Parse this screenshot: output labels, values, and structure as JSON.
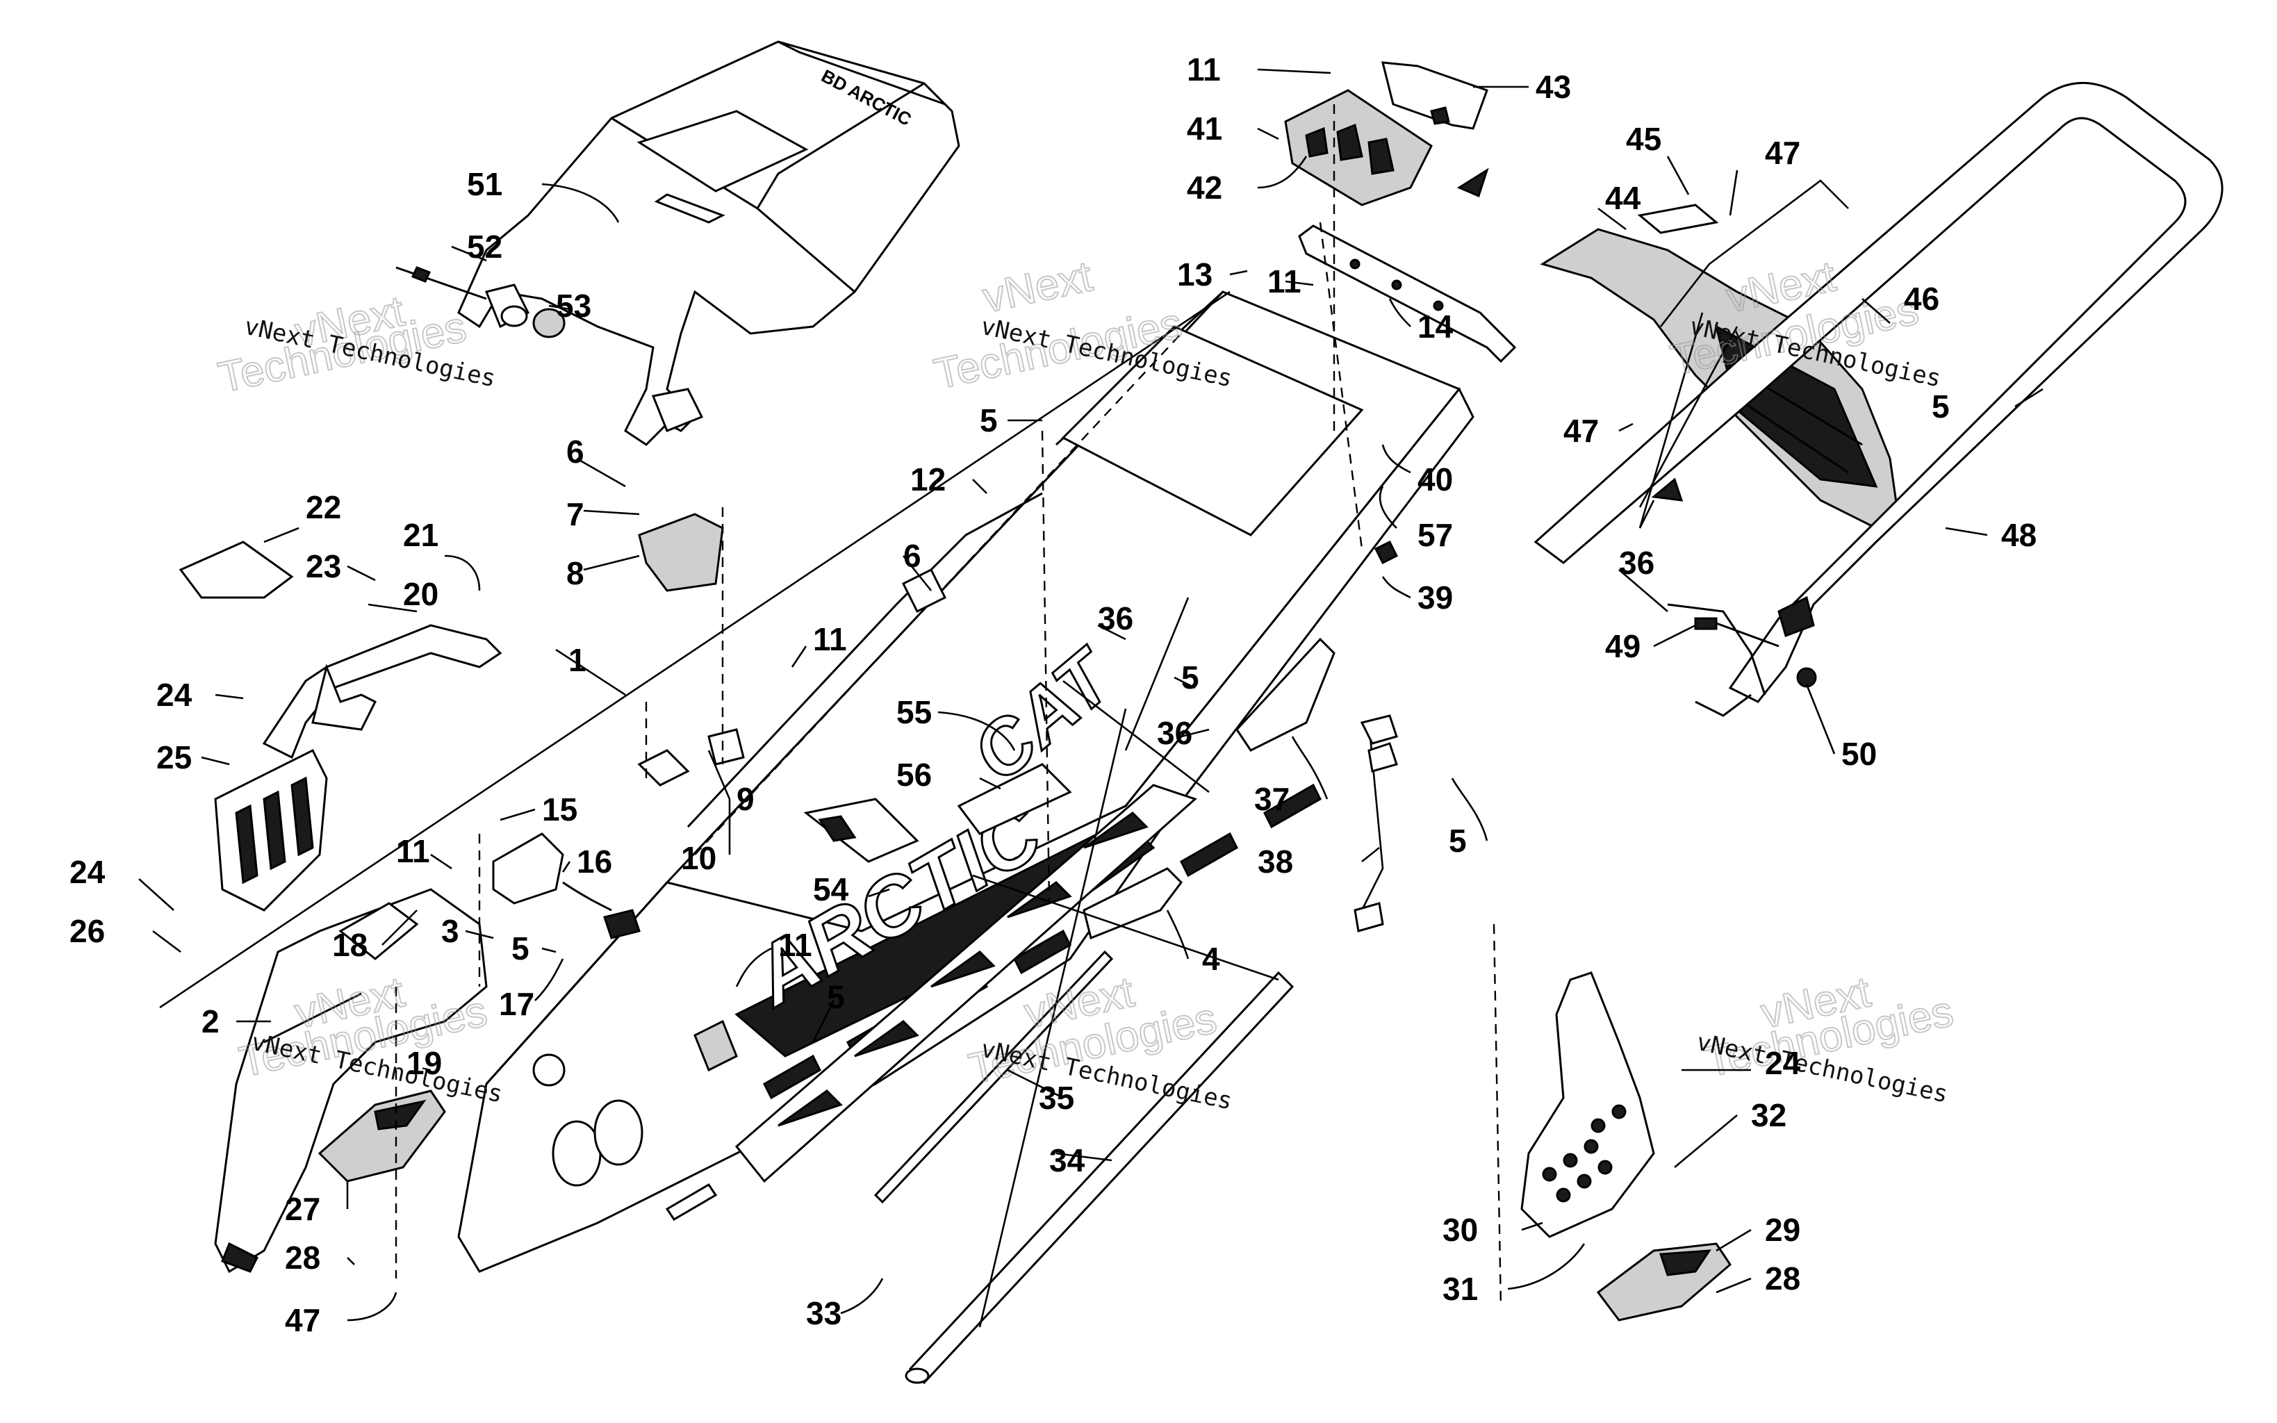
{
  "watermark": {
    "brand_line1": "vNext",
    "brand_line2": "Technologies",
    "small_text": "vNext Technologies"
  },
  "decals": {
    "frame_text": "ARCTIC",
    "cat_text": "CAT",
    "seat_text": "BD ARCTIC"
  },
  "callouts": [
    {
      "id": "c-11a",
      "label": "11"
    },
    {
      "id": "c-43",
      "label": "43"
    },
    {
      "id": "c-41",
      "label": "41"
    },
    {
      "id": "c-42",
      "label": "42"
    },
    {
      "id": "c-45",
      "label": "45"
    },
    {
      "id": "c-47a",
      "label": "47"
    },
    {
      "id": "c-44",
      "label": "44"
    },
    {
      "id": "c-51",
      "label": "51"
    },
    {
      "id": "c-52",
      "label": "52"
    },
    {
      "id": "c-53",
      "label": "53"
    },
    {
      "id": "c-13",
      "label": "13"
    },
    {
      "id": "c-11b",
      "label": "11"
    },
    {
      "id": "c-14",
      "label": "14"
    },
    {
      "id": "c-46",
      "label": "46"
    },
    {
      "id": "c-5a",
      "label": "5"
    },
    {
      "id": "c-47b",
      "label": "47"
    },
    {
      "id": "c-5b",
      "label": "5"
    },
    {
      "id": "c-12",
      "label": "12"
    },
    {
      "id": "c-40",
      "label": "40"
    },
    {
      "id": "c-6a",
      "label": "6"
    },
    {
      "id": "c-7",
      "label": "7"
    },
    {
      "id": "c-8",
      "label": "8"
    },
    {
      "id": "c-57",
      "label": "57"
    },
    {
      "id": "c-48",
      "label": "48"
    },
    {
      "id": "c-22",
      "label": "22"
    },
    {
      "id": "c-21",
      "label": "21"
    },
    {
      "id": "c-23",
      "label": "23"
    },
    {
      "id": "c-20",
      "label": "20"
    },
    {
      "id": "c-6b",
      "label": "6"
    },
    {
      "id": "c-39",
      "label": "39"
    },
    {
      "id": "c-36a",
      "label": "36"
    },
    {
      "id": "c-36b",
      "label": "36"
    },
    {
      "id": "c-1",
      "label": "1"
    },
    {
      "id": "c-11c",
      "label": "11"
    },
    {
      "id": "c-49",
      "label": "49"
    },
    {
      "id": "c-24a",
      "label": "24"
    },
    {
      "id": "c-5c",
      "label": "5"
    },
    {
      "id": "c-55",
      "label": "55"
    },
    {
      "id": "c-36c",
      "label": "36"
    },
    {
      "id": "c-50",
      "label": "50"
    },
    {
      "id": "c-25",
      "label": "25"
    },
    {
      "id": "c-56",
      "label": "56"
    },
    {
      "id": "c-37",
      "label": "37"
    },
    {
      "id": "c-9",
      "label": "9"
    },
    {
      "id": "c-15",
      "label": "15"
    },
    {
      "id": "c-10",
      "label": "10"
    },
    {
      "id": "c-5d",
      "label": "5"
    },
    {
      "id": "c-16",
      "label": "16"
    },
    {
      "id": "c-38",
      "label": "38"
    },
    {
      "id": "c-24b",
      "label": "24"
    },
    {
      "id": "c-11d",
      "label": "11"
    },
    {
      "id": "c-54",
      "label": "54"
    },
    {
      "id": "c-26",
      "label": "26"
    },
    {
      "id": "c-3",
      "label": "3"
    },
    {
      "id": "c-18",
      "label": "18"
    },
    {
      "id": "c-11e",
      "label": "11"
    },
    {
      "id": "c-5e",
      "label": "5"
    },
    {
      "id": "c-4",
      "label": "4"
    },
    {
      "id": "c-17",
      "label": "17"
    },
    {
      "id": "c-2",
      "label": "2"
    },
    {
      "id": "c-5f",
      "label": "5"
    },
    {
      "id": "c-19",
      "label": "19"
    },
    {
      "id": "c-24c",
      "label": "24"
    },
    {
      "id": "c-35",
      "label": "35"
    },
    {
      "id": "c-32",
      "label": "32"
    },
    {
      "id": "c-34",
      "label": "34"
    },
    {
      "id": "c-27",
      "label": "27"
    },
    {
      "id": "c-30",
      "label": "30"
    },
    {
      "id": "c-29",
      "label": "29"
    },
    {
      "id": "c-28a",
      "label": "28"
    },
    {
      "id": "c-31",
      "label": "31"
    },
    {
      "id": "c-28b",
      "label": "28"
    },
    {
      "id": "c-33",
      "label": "33"
    },
    {
      "id": "c-47c",
      "label": "47"
    }
  ]
}
